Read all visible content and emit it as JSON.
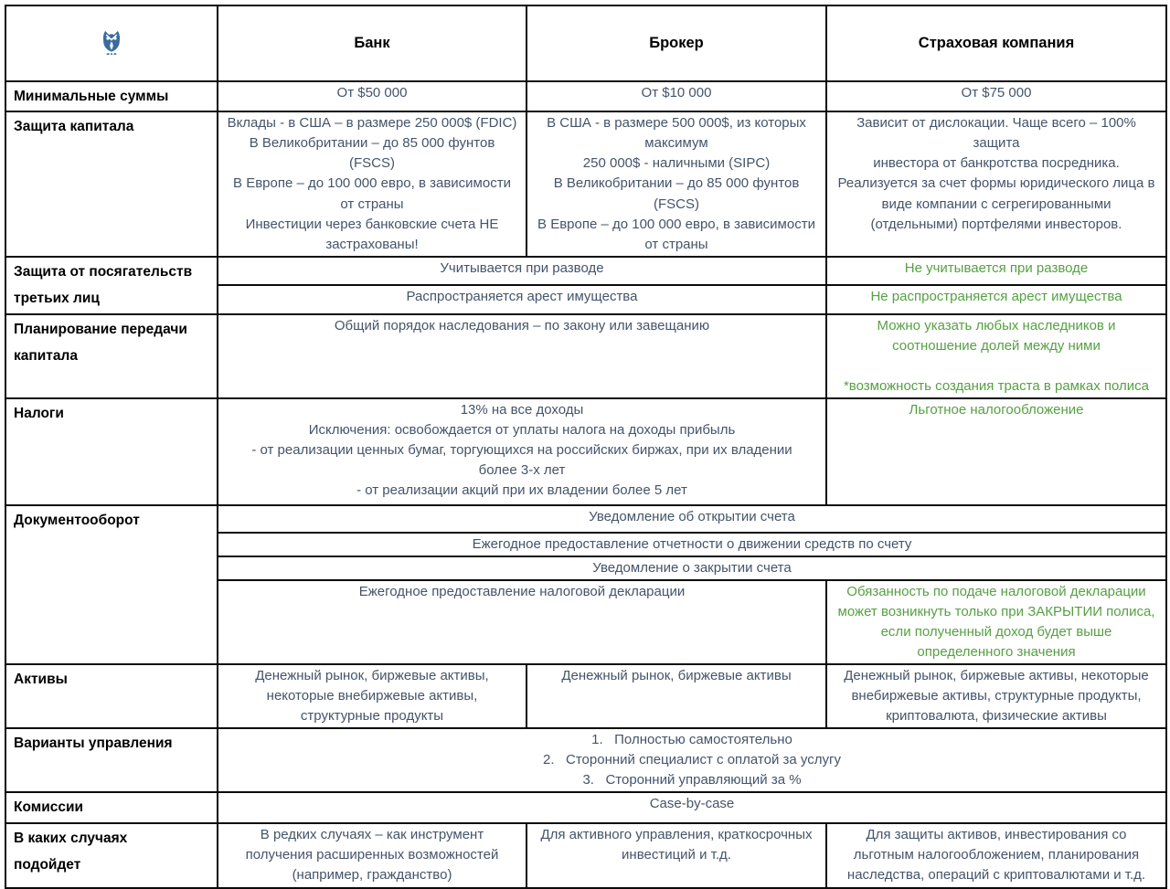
{
  "colors": {
    "green_text": "#56A043",
    "body_text": "#44546A",
    "label_text": "#000000",
    "logo_blue": "#3A6B9E",
    "border": "#0B0B0B"
  },
  "header": {
    "logo": "owl-logo",
    "columns": [
      "Банк",
      "Брокер",
      "Страховая компания"
    ]
  },
  "rows": {
    "min_sums": {
      "label": "Минимальные суммы",
      "bank": "От $50 000",
      "broker": "От $10 000",
      "insurer": "От $75 000"
    },
    "capital_protection": {
      "label": "Защита капитала",
      "bank": [
        "Вклады - в США – в размере 250 000$ (FDIC)",
        "В Великобритании – до 85 000 фунтов",
        "(FSCS)",
        "В Европе – до 100 000 евро, в зависимости",
        "от страны",
        "Инвестиции через банковские счета НЕ",
        "застрахованы!"
      ],
      "broker": [
        "В США - в размере 500 000$, из которых",
        "максимум",
        "250 000$ - наличными (SIPC)",
        "В Великобритании – до 85 000 фунтов",
        "(FSCS)",
        "В Европе – до 100 000 евро, в зависимости",
        "от страны"
      ],
      "insurer": [
        "Зависит от дислокации. Чаще всего – 100% защита",
        "инвестора от банкротства посредника.",
        "Реализуется за счет формы юридического лица в",
        "виде компании с сегрегированными",
        "(отдельными) портфелями инвесторов."
      ]
    },
    "third_party": {
      "label": [
        "Защита от посягательств",
        "третьих лиц"
      ],
      "divorce_general": "Учитывается при разводе",
      "divorce_insurer": "Не учитывается при разводе",
      "arrest_general": "Распространяется арест имущества",
      "arrest_insurer": "Не распространяется арест имущества"
    },
    "inheritance": {
      "label": [
        "Планирование передачи",
        "капитала"
      ],
      "general": "Общий порядок наследования – по закону или завещанию",
      "insurer": [
        "Можно указать любых наследников и",
        "соотношение долей между ними",
        "",
        "*возможность создания траста в рамках полиса"
      ]
    },
    "taxes": {
      "label": "Налоги",
      "general": [
        "13% на все доходы",
        "Исключения: освобождается от уплаты налога на доходы прибыль",
        "- от реализации ценных бумаг, торгующихся на российских биржах, при их владении",
        "более 3-х лет",
        "- от реализации акций при их владении более 5 лет"
      ],
      "insurer": "Льготное налогообложение"
    },
    "paperwork": {
      "label": "Документооборот",
      "open_notice": "Уведомление об открытии счета",
      "annual_report": "Ежегодное предоставление отчетности о движении средств по счету",
      "close_notice": "Уведомление о закрытии счета",
      "tax_return_general": "Ежегодное предоставление налоговой декларации",
      "tax_return_insurer": [
        "Обязанность по подаче налоговой декларации",
        "может возникнуть только при ЗАКРЫТИИ полиса,",
        "если полученный доход будет выше",
        "определенного значения"
      ]
    },
    "assets": {
      "label": "Активы",
      "bank": [
        "Денежный рынок, биржевые активы,",
        "некоторые внебиржевые активы,",
        "структурные продукты"
      ],
      "broker": "Денежный рынок, биржевые активы",
      "insurer": [
        "Денежный рынок, биржевые активы, некоторые",
        "внебиржевые активы, структурные продукты,",
        "криптовалюта, физические активы"
      ]
    },
    "management": {
      "label": "Варианты управления",
      "options": [
        "1.   Полностью самостоятельно",
        "2.   Сторонний специалист с оплатой за услугу",
        "3.   Сторонний управляющий за %"
      ]
    },
    "fees": {
      "label": "Комиссии",
      "value": "Case-by-case"
    },
    "use_cases": {
      "label": [
        "В каких случаях",
        "подойдет"
      ],
      "bank": [
        "В редких случаях – как инструмент",
        "получения расширенных возможностей",
        "(например, гражданство)"
      ],
      "broker": [
        "Для активного управления, краткосрочных",
        "инвестиций и т.д."
      ],
      "insurer": [
        "Для защиты активов, инвестирования со",
        "льготным налогообложением, планирования",
        "наследства, операций с криптовалютами и т.д."
      ]
    }
  }
}
